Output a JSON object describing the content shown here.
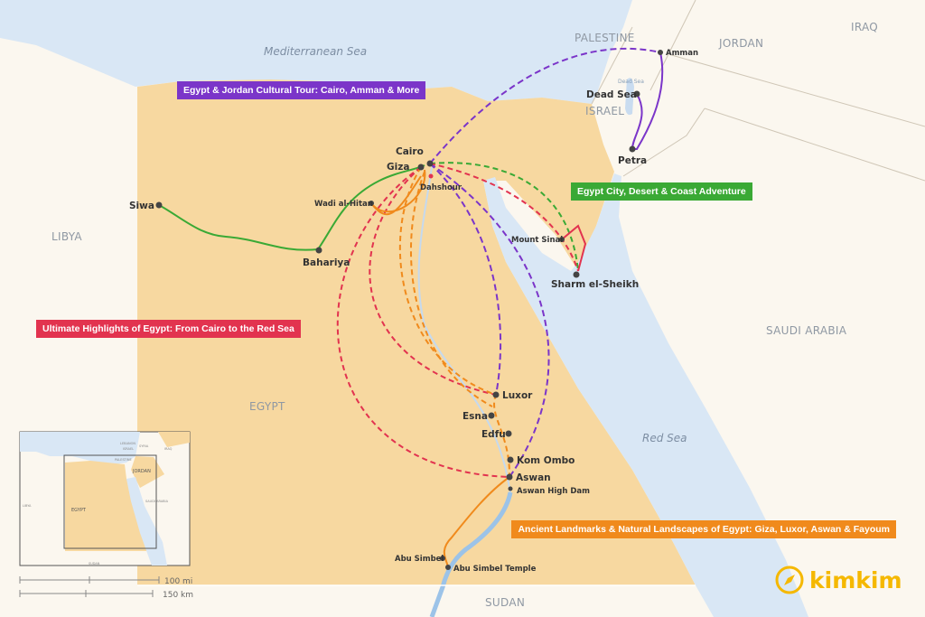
{
  "colors": {
    "sea": "#d9e7f5",
    "land": "#fbf7ef",
    "egypt": "#f7d8a0",
    "purple": "#7b35c9",
    "green": "#3aa935",
    "red": "#e2334f",
    "orange": "#f08a1c",
    "logo": "#f5b800"
  },
  "seas": {
    "med": "Mediterranean Sea",
    "red": "Red Sea",
    "dead": "Dead Sea"
  },
  "countries": {
    "palestine": "PALESTINE",
    "jordan": "JORDAN",
    "iraq": "IRAQ",
    "israel": "ISRAEL",
    "libya": "LIBYA",
    "egypt": "EGYPT",
    "saudi": "SAUDI ARABIA",
    "sudan": "SUDAN"
  },
  "cities": {
    "cairo": "Cairo",
    "giza": "Giza",
    "dahshour": "Dahshour",
    "wadi": "Wadi al-Hitan",
    "siwa": "Siwa",
    "bahariya": "Bahariya",
    "luxor": "Luxor",
    "esna": "Esna",
    "edfu": "Edfu",
    "komombo": "Kom Ombo",
    "aswan": "Aswan",
    "dam": "Aswan High Dam",
    "abusimbel": "Abu Simbel",
    "temple": "Abu Simbel Temple",
    "sharm": "Sharm el-Sheikh",
    "sinai": "Mount Sinai",
    "amman": "Amman",
    "deadsea": "Dead Sea",
    "petra": "Petra"
  },
  "tours": {
    "jordan": "Egypt & Jordan Cultural Tour: Cairo, Amman & More",
    "coast": "Egypt City, Desert & Coast Adventure",
    "redsea": "Ultimate Highlights of Egypt: From Cairo to the Red Sea",
    "landmarks": "Ancient Landmarks & Natural Landscapes of Egypt: Giza, Luxor, Aswan & Fayoum"
  },
  "inset": {
    "lebanon": "LEBANON",
    "syria": "SYRIA",
    "israel": "ISRAEL",
    "palestine": "PALESTINE",
    "iraq": "IRAQ",
    "jordan": "JORDAN",
    "libya": "LIBYA",
    "egypt": "EGYPT",
    "saudi": "SAUDI ARABIA",
    "sudan": "SUDAN"
  },
  "scale": {
    "mi": "100 mi",
    "km": "150 km"
  },
  "logo": {
    "text": "kimkim"
  }
}
